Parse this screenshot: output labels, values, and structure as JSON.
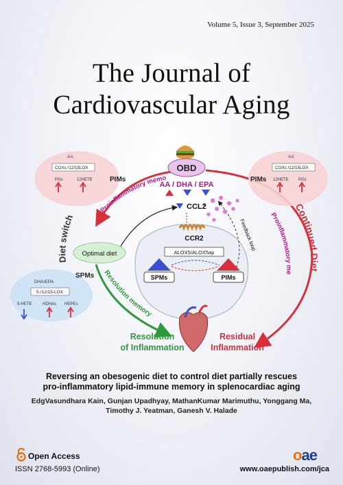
{
  "header": {
    "volume": "Volume 5, Issue 3, September 2025",
    "journal_title_line1": "The Journal of",
    "journal_title_line2": "Cardiovascular Aging"
  },
  "figure": {
    "obd": "OBD",
    "aa_dha_epa": "AA / DHA / EPA",
    "ccl2": "CCL2",
    "ccr2": "CCR2",
    "alox": "ALOX5/ALOX5ap",
    "spms_box": "SPMs",
    "pims_box": "PIMs",
    "feedback_loop": "Feedback loop",
    "proinflammatory_memory_left": "Proinflammatory memory",
    "proinflammatory_memory_right": "Proinflammatory memory",
    "continued_diet": "Continued Diet",
    "diet_switch": "Diet switch",
    "resolution_memory": "Resolution memory",
    "optimal_diet": "Optimal diet",
    "resolution_line1": "Resolution",
    "resolution_line2": "of Inflammation",
    "residual_line1": "Residual",
    "residual_line2": "Inflammation",
    "left_bubble": {
      "aa": "AA",
      "enzyme": "COXs /12/15LOX",
      "pgs": "PGs",
      "hete": "12HETE",
      "label": "PIMs"
    },
    "right_bubble": {
      "aa": "AA",
      "enzyme": "COXs /12/15LOX",
      "hete": "12HETE",
      "pgs": "PGs",
      "label": "PIMs"
    },
    "spm_bubble": {
      "dha_epa": "DHA/EPA",
      "enzyme": "5-/12/15-LOX",
      "hete5": "5-HETE",
      "hdhas": "HDHAs",
      "hepes": "HEPEs",
      "label": "SPMs"
    },
    "colors": {
      "red": "#d8303a",
      "green": "#2e9a3e",
      "blue": "#3b4fd1",
      "purple": "#b0168c",
      "obd_fill": "#e8c6ec",
      "bubble_pink": "#f7d3d6",
      "bubble_blue": "#cfe3f5"
    }
  },
  "article": {
    "title_line1": "Reversing an obesogenic diet to control diet partially rescues",
    "title_line2": "pro-inflammatory lipid-immune memory in splenocardiac aging",
    "authors_line1": "EdgVasundhara Kain, Gunjan Upadhyay, MathanKumar Marimuthu, Yonggang Ma,",
    "authors_line2": "Timothy J. Yeatman, Ganesh V. Halade"
  },
  "footer": {
    "open_access": "Open Access",
    "issn": "ISSN 2768-5993 (Online)",
    "publisher_logo": "oae",
    "url": "www.oaepublish.com/jca"
  }
}
